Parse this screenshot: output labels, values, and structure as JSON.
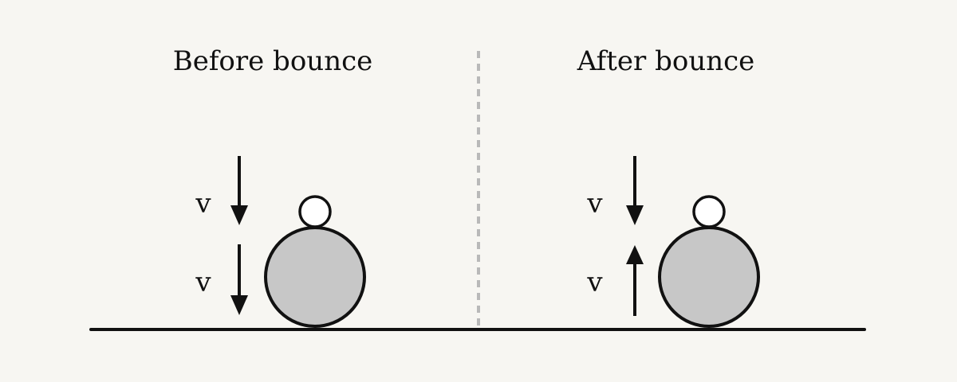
{
  "panels": {
    "before": {
      "title": "Before bounce",
      "top_velocity_label": "v",
      "bottom_velocity_label": "v",
      "top_arrow_direction": "down",
      "bottom_arrow_direction": "down"
    },
    "after": {
      "title": "After bounce",
      "top_velocity_label": "v",
      "bottom_velocity_label": "v",
      "top_arrow_direction": "down",
      "bottom_arrow_direction": "up"
    }
  },
  "colors": {
    "background": "#f7f6f2",
    "ink": "#111111",
    "big_ball_fill": "#c7c7c7",
    "small_ball_fill": "#ffffff",
    "divider": "#b9b9b9"
  }
}
